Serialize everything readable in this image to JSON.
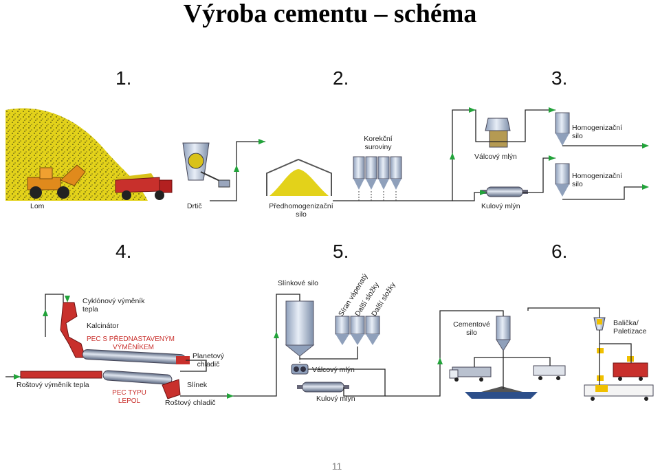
{
  "title": "Výroba cementu – schéma",
  "steps": [
    "1.",
    "2.",
    "3.",
    "4.",
    "5.",
    "6."
  ],
  "labels": {
    "lom": "Lom",
    "drtic": "Drtič",
    "predhomog_1": "Předhomogenizační",
    "predhomog_2": "silo",
    "korekcni_1": "Korekční",
    "korekcni_2": "suroviny",
    "valcovy_mlyn_1": "Válcový mlýn",
    "kulovy_mlyn_1": "Kulový mlýn",
    "homog1_1": "Homogenizační",
    "homog1_2": "silo",
    "homog2_1": "Homogenizační",
    "homog2_2": "silo",
    "cyklon_1": "Cyklónový výměník",
    "cyklon_2": "tepla",
    "kalcinator": "Kalcinátor",
    "pec_pred_1": "PEC S PŘEDNASTAVENÝM",
    "pec_pred_2": "VÝMĚNÍKEM",
    "planet_1": "Planetový",
    "planet_2": "chladič",
    "rostovy_vymenik": "Roštový výměník tepla",
    "pec_lepol_1": "PEC TYPU",
    "pec_lepol_2": "LEPOL",
    "slinek": "Slínek",
    "rostovy_chladic": "Roštový chladič",
    "slinkove_silo": "Slínkové silo",
    "siran": "Síran vápenatý",
    "dalsi1": "Další složky",
    "dalsi2": "Další složky",
    "valcovy_mlyn_2": "Válcový mlýn",
    "kulovy_mlyn_2": "Kulový mlýn",
    "cementove_1": "Cementové",
    "cementove_2": "silo",
    "balicka_1": "Balička/",
    "balicka_2": "Paletizace"
  },
  "page_number": "11",
  "colors": {
    "flow_line": "#222222",
    "arrow": "#22a33a",
    "material": "#d9c21a",
    "silo": "#aab7cc",
    "kiln": "#7f8aa0",
    "hot": "#c8302c"
  }
}
